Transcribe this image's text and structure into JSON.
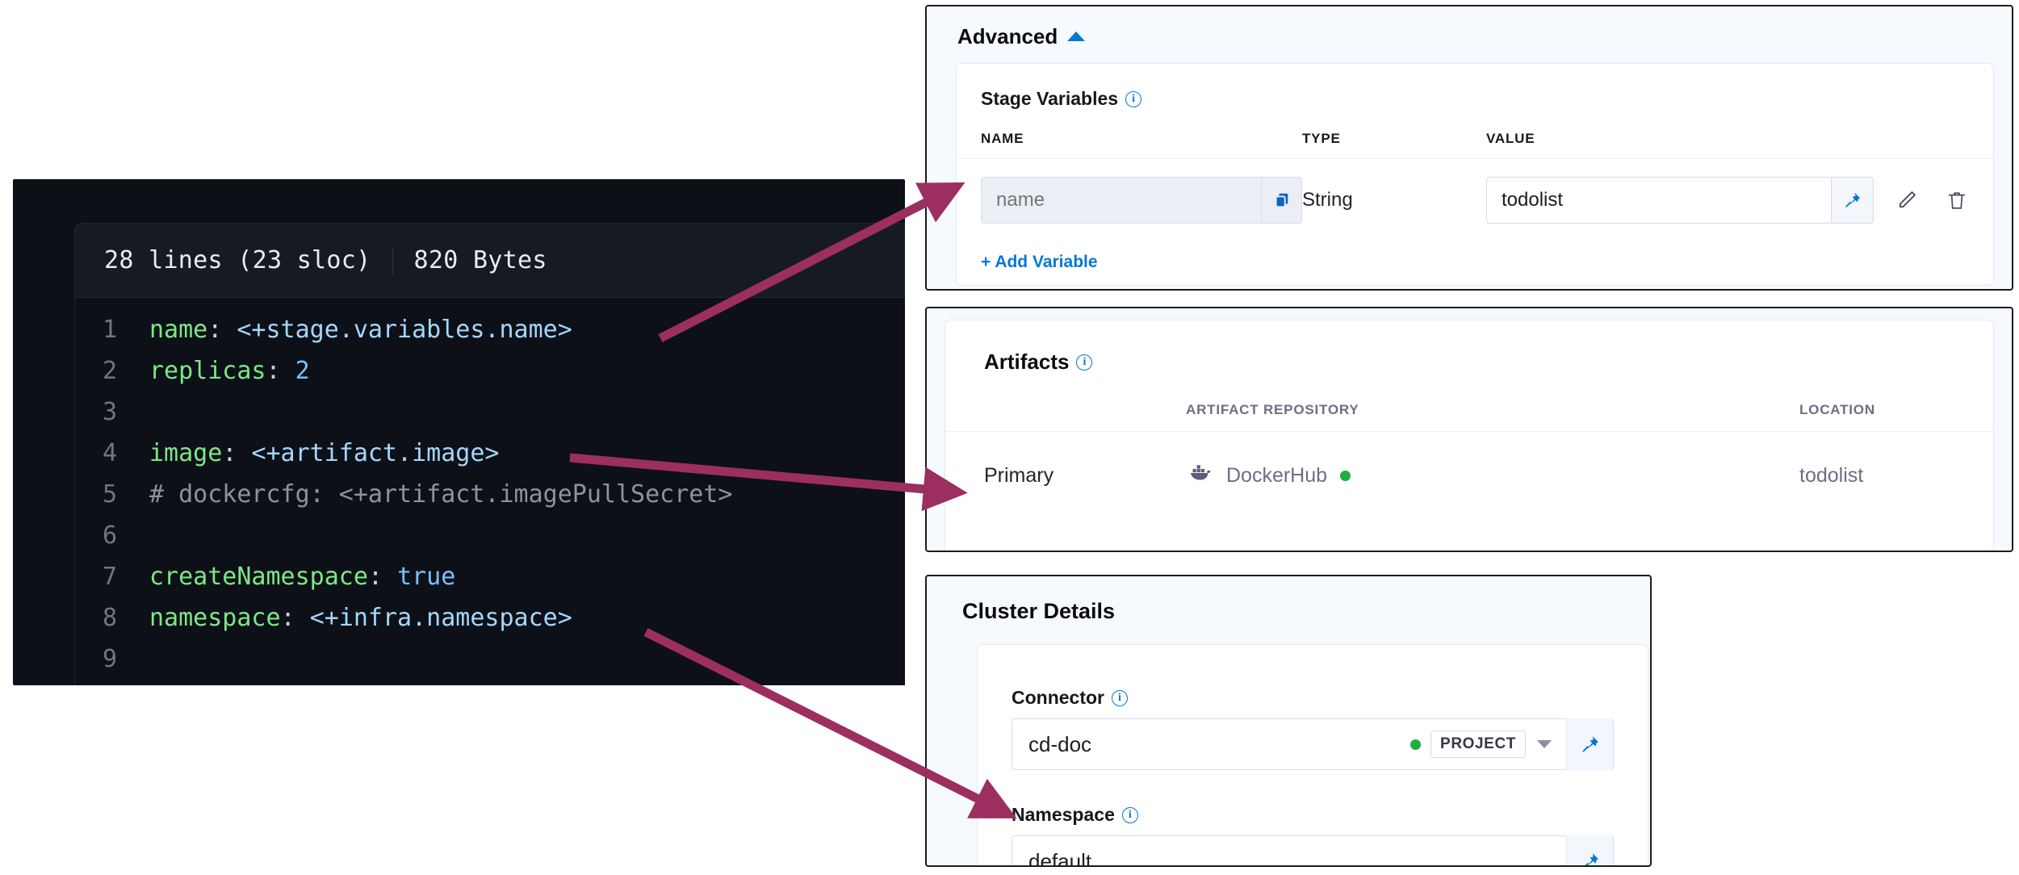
{
  "code_viewer": {
    "header": {
      "lines_label": "28 lines (23 sloc)",
      "separator": "|",
      "size_label": "820 Bytes"
    },
    "lines": [
      {
        "num": "1",
        "tokens": [
          {
            "t": "name",
            "c": "key"
          },
          {
            "t": ": ",
            "c": "pun"
          },
          {
            "t": "<+stage.variables.name>",
            "c": "val"
          }
        ]
      },
      {
        "num": "2",
        "tokens": [
          {
            "t": "replicas",
            "c": "key"
          },
          {
            "t": ": ",
            "c": "pun"
          },
          {
            "t": "2",
            "c": "num"
          }
        ]
      },
      {
        "num": "3",
        "tokens": []
      },
      {
        "num": "4",
        "tokens": [
          {
            "t": "image",
            "c": "key"
          },
          {
            "t": ": ",
            "c": "pun"
          },
          {
            "t": "<+artifact.image>",
            "c": "val"
          }
        ]
      },
      {
        "num": "5",
        "tokens": [
          {
            "t": "# dockercfg: <+artifact.imagePullSecret>",
            "c": "com"
          }
        ]
      },
      {
        "num": "6",
        "tokens": []
      },
      {
        "num": "7",
        "tokens": [
          {
            "t": "createNamespace",
            "c": "key"
          },
          {
            "t": ": ",
            "c": "pun"
          },
          {
            "t": "true",
            "c": "bool"
          }
        ]
      },
      {
        "num": "8",
        "tokens": [
          {
            "t": "namespace",
            "c": "key"
          },
          {
            "t": ": ",
            "c": "pun"
          },
          {
            "t": "<+infra.namespace>",
            "c": "val"
          }
        ]
      },
      {
        "num": "9",
        "tokens": []
      }
    ]
  },
  "advanced": {
    "title": "Advanced",
    "collapse_icon": "chevron-up-icon",
    "stage_variables": {
      "label": "Stage Variables",
      "info_icon": "info-icon",
      "columns": [
        "NAME",
        "TYPE",
        "VALUE"
      ],
      "rows": [
        {
          "name_placeholder": "name",
          "name_value": "",
          "name_button_icon": "copy-icon",
          "type": "String",
          "value": "todolist",
          "value_pin_icon": "pin-icon",
          "edit_icon": "edit-pencil-icon",
          "delete_icon": "trash-icon"
        }
      ],
      "add_variable_label": "+ Add Variable"
    }
  },
  "artifacts": {
    "title": "Artifacts",
    "info_icon": "info-icon",
    "columns": [
      "",
      "ARTIFACT REPOSITORY",
      "LOCATION"
    ],
    "rows": [
      {
        "type": "Primary",
        "repository_icon": "docker-whale-icon",
        "repository": "DockerHub",
        "status_dot": "connected",
        "location": "todolist"
      }
    ]
  },
  "cluster_details": {
    "title": "Cluster Details",
    "connector": {
      "label": "Connector",
      "info_icon": "info-icon",
      "value": "cd-doc",
      "status_dot": "connected",
      "scope_badge": "PROJECT",
      "dropdown_icon": "chevron-down-icon",
      "pin_icon": "pin-icon"
    },
    "namespace": {
      "label": "Namespace",
      "info_icon": "info-icon",
      "value": "default",
      "pin_icon": "pin-icon"
    }
  },
  "annotations": {
    "arrow_color": "#9c2f5f",
    "arrows": [
      {
        "name": "arrow-stage-variable-name",
        "from": "code line 1 <+stage.variables.name>",
        "to": "stage variable name field"
      },
      {
        "name": "arrow-artifact-image",
        "from": "code line 4 <+artifact.image>",
        "to": "artifacts primary row"
      },
      {
        "name": "arrow-infra-namespace",
        "from": "code line 8 <+infra.namespace>",
        "to": "cluster details namespace field"
      }
    ]
  },
  "colors": {
    "accent_blue": "#0278d5",
    "status_green": "#1fae3e",
    "code_bg": "#0d1117",
    "code_key": "#7ee787",
    "code_value": "#a5d6ff",
    "code_comment": "#8b949e"
  }
}
